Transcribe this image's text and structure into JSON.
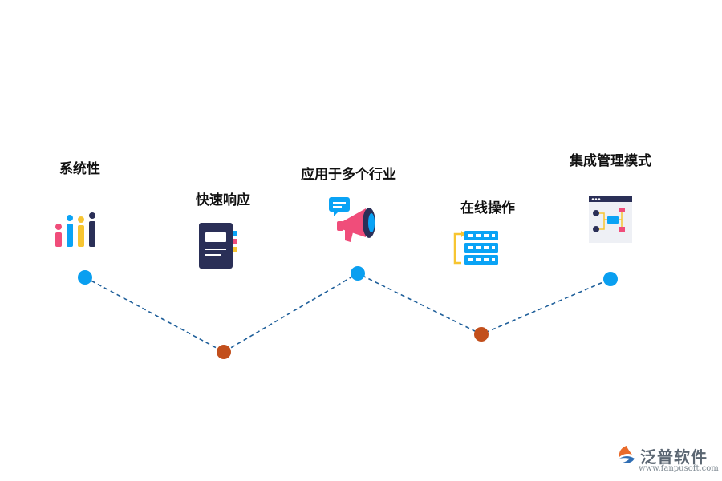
{
  "nodes": [
    {
      "label": "系统性",
      "icon": "bar-chart-icon",
      "color": "#0a9ff0"
    },
    {
      "label": "快速响应",
      "icon": "notebook-icon",
      "color": "#c24f1c"
    },
    {
      "label": "应用于多个行业",
      "icon": "megaphone-icon",
      "color": "#0a9ff0"
    },
    {
      "label": "在线操作",
      "icon": "server-icon",
      "color": "#c24f1c"
    },
    {
      "label": "集成管理模式",
      "icon": "flowchart-board-icon",
      "color": "#0a9ff0"
    }
  ],
  "logo": {
    "name": "泛普软件",
    "url": "www.fanpusoft.com"
  }
}
